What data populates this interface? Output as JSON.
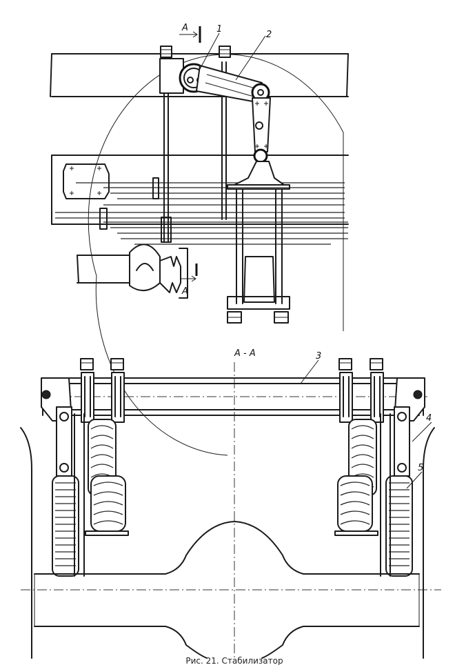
{
  "labels": {
    "part_1": "1",
    "part_2": "2",
    "part_3": "3",
    "part_4": "4",
    "part_5": "5",
    "section_mark_top": "A",
    "section_mark_bottom": "A",
    "section_title": "A - A"
  },
  "caption": "Рис. 21. Стабилизатор"
}
